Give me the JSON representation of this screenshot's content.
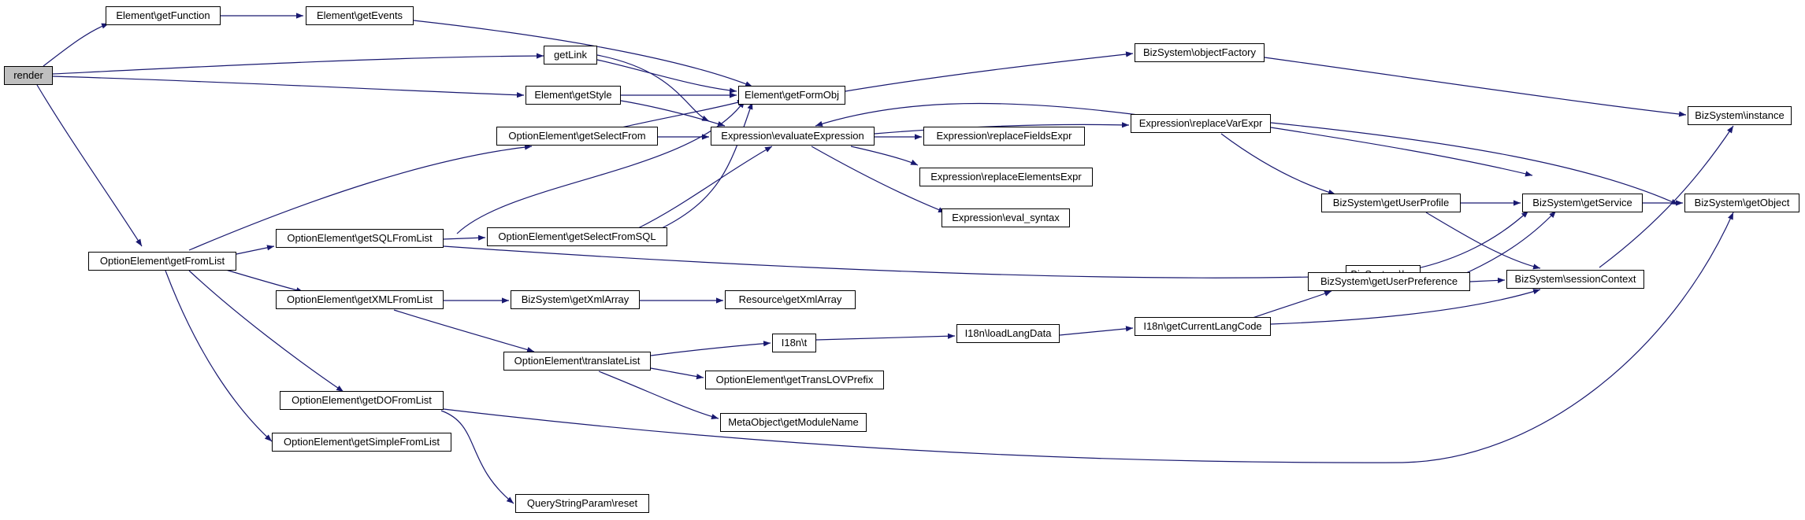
{
  "colors": {
    "edge": "#191970",
    "node_border": "#000000",
    "node_fill": "#ffffff",
    "root_fill": "#bfbfbf"
  },
  "nodes": {
    "render": "render",
    "getFunction": "Element\\getFunction",
    "getEvents": "Element\\getEvents",
    "getLink": "getLink",
    "getStyle": "Element\\getStyle",
    "getFormObj": "Element\\getFormObj",
    "getSelectFrom": "OptionElement\\getSelectFrom",
    "evaluateExpression": "Expression\\evaluateExpression",
    "replaceFieldsExpr": "Expression\\replaceFieldsExpr",
    "replaceElementsExpr": "Expression\\replaceElementsExpr",
    "eval_syntax": "Expression\\eval_syntax",
    "objectFactory": "BizSystem\\objectFactory",
    "replaceVarExpr": "Expression\\replaceVarExpr",
    "instance": "BizSystem\\instance",
    "getUserProfile": "BizSystem\\getUserProfile",
    "getService": "BizSystem\\getService",
    "getObject": "BizSystem\\getObject",
    "getFromList": "OptionElement\\getFromList",
    "getSQLFromList": "OptionElement\\getSQLFromList",
    "getSelectFromSQL": "OptionElement\\getSelectFromSQL",
    "log": "BizSystem\\log",
    "getUserPreference": "BizSystem\\getUserPreference",
    "sessionContext": "BizSystem\\sessionContext",
    "getXMLFromList": "OptionElement\\getXMLFromList",
    "getXmlArray": "BizSystem\\getXmlArray",
    "resGetXmlArray": "Resource\\getXmlArray",
    "i18nT": "I18n\\t",
    "loadLangData": "I18n\\loadLangData",
    "getCurrentLangCode": "I18n\\getCurrentLangCode",
    "translateList": "OptionElement\\translateList",
    "getTransLOVPrefix": "OptionElement\\getTransLOVPrefix",
    "getModuleName": "MetaObject\\getModuleName",
    "getDOFromList": "OptionElement\\getDOFromList",
    "getSimpleFromList": "OptionElement\\getSimpleFromList",
    "reset": "QueryStringParam\\reset"
  }
}
